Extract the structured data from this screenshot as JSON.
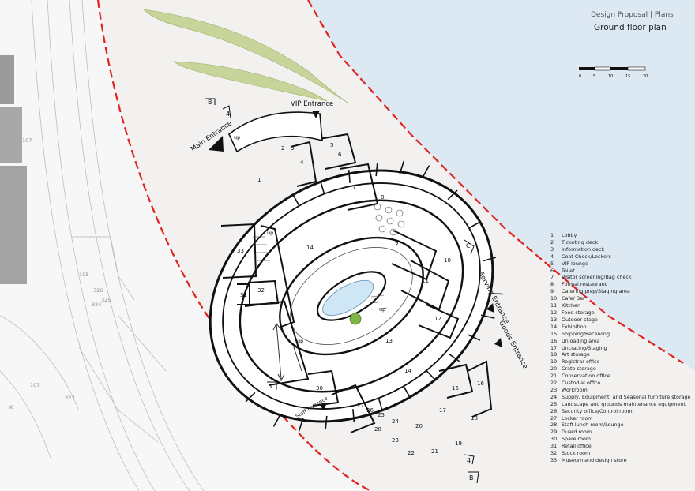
{
  "header": {
    "subtitle": "Design Proposal | Plans",
    "title": "Ground floor plan"
  },
  "scale_bar": {
    "ticks": [
      "0",
      "5",
      "10",
      "15",
      "20"
    ]
  },
  "entrances": {
    "main": "Main Entrance",
    "vip": "VIP Entrance",
    "serving": "Serving Entrance",
    "goods": "Goods Entrance",
    "staff": "Staff Entrance"
  },
  "section_markers": {
    "b": "B",
    "c": "C",
    "four": "4"
  },
  "stair_labels": {
    "up": "up"
  },
  "site_labels": {
    "level_a": "105",
    "level_b": "107",
    "level_c": "107",
    "level_d": "323",
    "level_e": "324",
    "level_f": "325",
    "level_g": "326",
    "level_h": "K"
  },
  "legend": [
    {
      "num": "1",
      "label": "Lobby"
    },
    {
      "num": "2",
      "label": "Ticketing deck"
    },
    {
      "num": "3",
      "label": "Information deck"
    },
    {
      "num": "4",
      "label": "Coat Check/Lockers"
    },
    {
      "num": "5",
      "label": "VIP lounge"
    },
    {
      "num": "6",
      "label": "Toilet"
    },
    {
      "num": "7",
      "label": "Visitor screening/Bag check"
    },
    {
      "num": "8",
      "label": "Formal restaurant"
    },
    {
      "num": "9",
      "label": "Catering prep/Staging area"
    },
    {
      "num": "10",
      "label": "Cafe/ Bar"
    },
    {
      "num": "11",
      "label": "Kitchen"
    },
    {
      "num": "12",
      "label": "Food storage"
    },
    {
      "num": "13",
      "label": "Outdoor stage"
    },
    {
      "num": "14",
      "label": "Exhibition"
    },
    {
      "num": "15",
      "label": "Shipping/Receiving"
    },
    {
      "num": "16",
      "label": "Unloading area"
    },
    {
      "num": "17",
      "label": "Uncrating/Staging"
    },
    {
      "num": "18",
      "label": "Art storage"
    },
    {
      "num": "19",
      "label": "Registrar office"
    },
    {
      "num": "20",
      "label": "Crate storage"
    },
    {
      "num": "21",
      "label": "Conservation office"
    },
    {
      "num": "22",
      "label": "Custodial office"
    },
    {
      "num": "23",
      "label": "Workroom"
    },
    {
      "num": "24",
      "label": "Supply, Equipment, and Seasonal furniture storage"
    },
    {
      "num": "25",
      "label": "Landscape and grounds maintenance equipment"
    },
    {
      "num": "26",
      "label": "Security office/Control room"
    },
    {
      "num": "27",
      "label": "Locker room"
    },
    {
      "num": "28",
      "label": "Staff lunch room/Lounge"
    },
    {
      "num": "29",
      "label": "Guard room"
    },
    {
      "num": "30",
      "label": "Spare room"
    },
    {
      "num": "31",
      "label": "Retail office"
    },
    {
      "num": "32",
      "label": "Stock room"
    },
    {
      "num": "33",
      "label": "Museum and design store"
    }
  ],
  "room_labels": {
    "r1": "1",
    "r2": "2",
    "r3": "3",
    "r4": "4",
    "r5": "5",
    "r6": "6",
    "r7": "7",
    "r8": "8",
    "r9": "9",
    "r10": "10",
    "r11": "11",
    "r12": "12",
    "r13": "13",
    "r14a": "14",
    "r14b": "14",
    "r15": "15",
    "r16": "16",
    "r17": "17",
    "r18": "18",
    "r19": "19",
    "r20": "20",
    "r21": "21",
    "r22": "22",
    "r23": "23",
    "r24": "24",
    "r25": "25",
    "r26": "26",
    "r27": "27",
    "r28": "28",
    "r30": "30",
    "r31": "31",
    "r32": "32",
    "r33": "33"
  },
  "colors": {
    "water": "#dde9f2",
    "site": "#f2f1f0",
    "boundary": "#e0231f",
    "wall": "#111111",
    "planting": "#c7d59a",
    "pond": "#cfe7f5",
    "tree": "#7fb545"
  }
}
